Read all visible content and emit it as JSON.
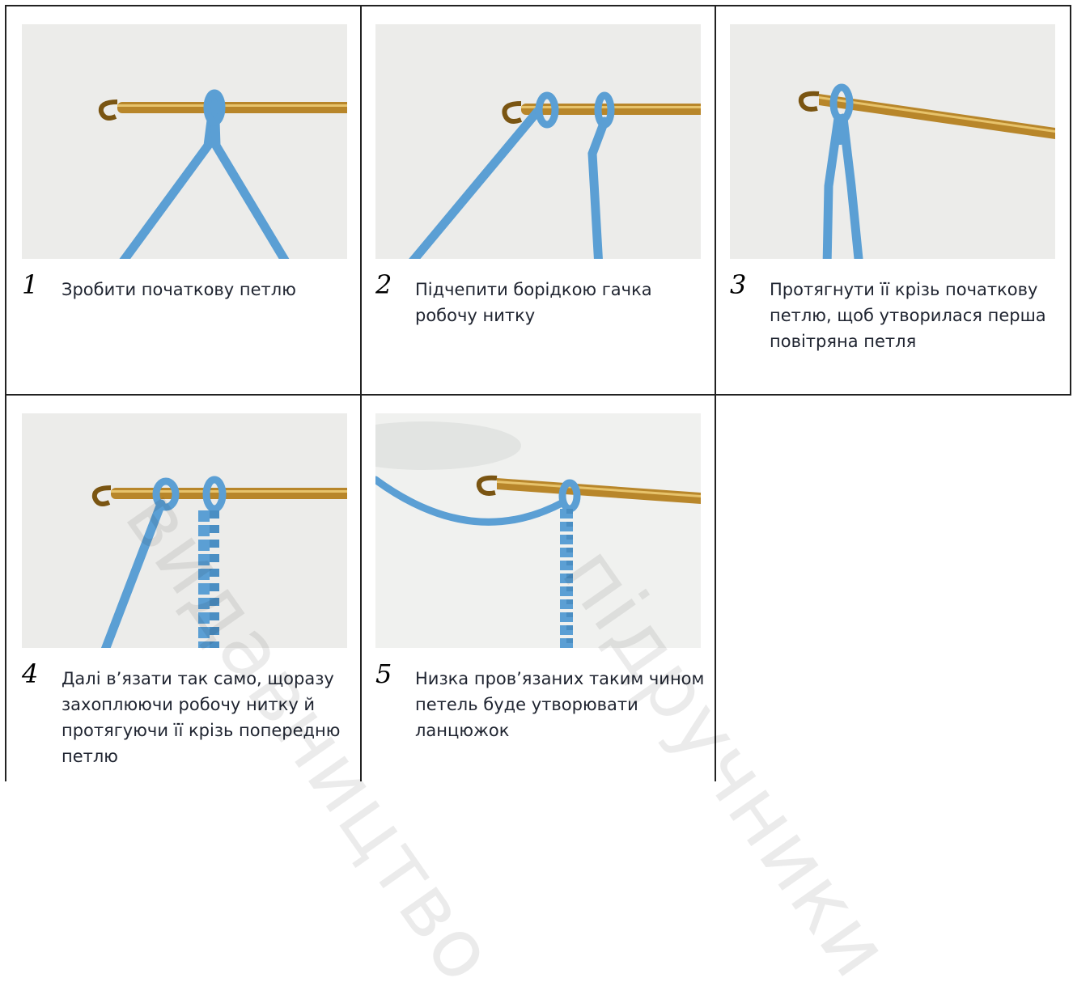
{
  "steps": [
    {
      "num": "1",
      "text": "Зробити початкову петлю",
      "image": "crochet-hook-slip-knot"
    },
    {
      "num": "2",
      "text": "Підчепити борідкою гачка робочу нитку",
      "image": "crochet-hook-yarn-over"
    },
    {
      "num": "3",
      "text": "Протягнути її крізь початкову петлю, щоб утворилася перша повітряна петля",
      "image": "crochet-first-chain"
    },
    {
      "num": "4",
      "text": "Далі в’язати так само, щоразу захоплюючи робочу нитку й протягуючи її крізь попередню петлю",
      "image": "crochet-chain-continue"
    },
    {
      "num": "5",
      "text": "Низка пров’язаних таким чином петель буде утворювати ланцюжок",
      "image": "crochet-chain-result"
    }
  ],
  "watermark": [
    "видавництво",
    "підручники"
  ],
  "colors": {
    "yarn": "#5b9fd4",
    "hook": "#b8862a",
    "border": "#222222",
    "photo_bg": "#ececea"
  }
}
